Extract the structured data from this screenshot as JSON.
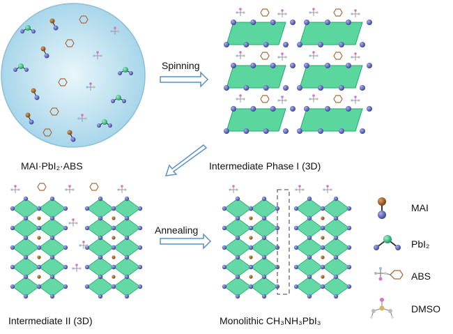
{
  "stages": {
    "precursor": "MAI·PbI₂·ABS",
    "phase1": "Intermediate Phase I  (3D)",
    "phase2": "Intermediate  II  (3D)",
    "final": "Monolithic CH₃NH₃PbI₃"
  },
  "steps": {
    "spin": "Spinning",
    "anneal": "Annealing"
  },
  "legend": [
    {
      "label": "MAI",
      "icon": "mai-molecule-icon"
    },
    {
      "label": "PbI₂",
      "icon": "pbi2-molecule-icon"
    },
    {
      "label": "ABS",
      "icon": "abs-molecule-icon"
    },
    {
      "label": "DMSO",
      "icon": "dmso-molecule-icon"
    }
  ],
  "colors": {
    "octahedron": "#3ecf8e",
    "octahedron_dark": "#22a86a",
    "iodine": "#5a63b8",
    "brown": "#a8662a",
    "solution": "#bfe2f0",
    "arrow": "#5b8fc7"
  }
}
